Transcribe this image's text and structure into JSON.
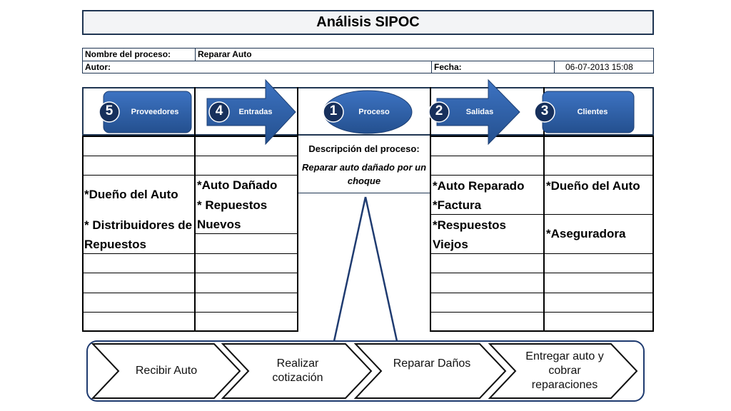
{
  "title": "Análisis SIPOC",
  "meta": {
    "process_name_label": "Nombre del proceso:",
    "process_name_value": "Reparar Auto",
    "author_label": "Autor:",
    "author_value": "",
    "date_label": "Fecha:",
    "date_value": "06-07-2013 15:08"
  },
  "headers": {
    "suppliers": {
      "number": "5",
      "label": "Proveedores"
    },
    "inputs": {
      "number": "4",
      "label": "Entradas"
    },
    "process": {
      "number": "1",
      "label": "Proceso"
    },
    "outputs": {
      "number": "2",
      "label": "Salidas"
    },
    "customers": {
      "number": "3",
      "label": "Clientes"
    }
  },
  "process_description": {
    "label": "Descripción del proceso:",
    "text": "Reparar auto dañado por un choque"
  },
  "suppliers": [
    "*Dueño del Auto",
    "* Distribuidores de Repuestos"
  ],
  "inputs": [
    "*Auto Dañado",
    "* Repuestos Nuevos"
  ],
  "outputs": [
    "*Auto Reparado",
    "*Factura",
    "*Respuestos Viejos"
  ],
  "customers": [
    "*Dueño del Auto",
    "*Aseguradora"
  ],
  "steps": [
    "Recibir Auto",
    "Realizar cotización",
    "Reparar Daños",
    "Entregar auto y cobrar reparaciones"
  ],
  "colors": {
    "header_blue": "#2e5fa8",
    "border": "#1f3552"
  }
}
